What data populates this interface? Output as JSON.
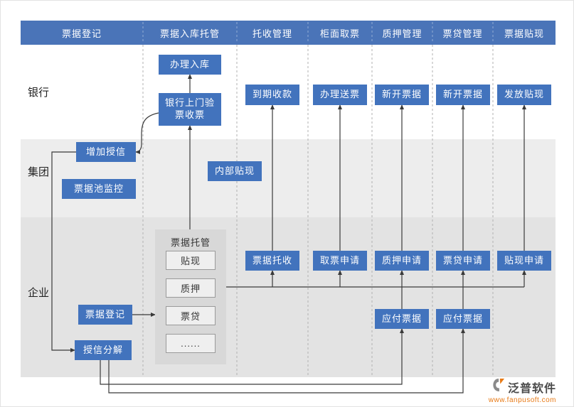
{
  "header": {
    "columns": [
      {
        "label": "票据登记"
      },
      {
        "label": "票据入库托管"
      },
      {
        "label": "托收管理"
      },
      {
        "label": "柜面取票"
      },
      {
        "label": "质押管理"
      },
      {
        "label": "票贷管理"
      },
      {
        "label": "票据贴现"
      }
    ]
  },
  "lanes": [
    {
      "label": "银行"
    },
    {
      "label": "集团"
    },
    {
      "label": "企业"
    }
  ],
  "nodes": {
    "banli_ruku": "办理入库",
    "yinhang_shangmen": "银行上门验票收票",
    "daoqi_shoukuan": "到期收款",
    "banli_songpiao": "办理送票",
    "xinkai_piaoju_zhiya": "新开票据",
    "xinkai_piaoju_piaodai": "新开票据",
    "fafang_tiexian": "发放贴现",
    "zengjia_shouxin": "增加授信",
    "piaojuchi_jiankong": "票据池监控",
    "neibu_tiexian": "内部贴现",
    "piaoju_tuoshou": "票据托收",
    "qupiao_shenqing": "取票申请",
    "zhiya_shenqing": "质押申请",
    "piaodai_shenqing": "票贷申请",
    "tiexian_shenqing": "贴现申请",
    "yingfu_piaoju_zhiya": "应付票据",
    "yingfu_piaoju_piaodai": "应付票据",
    "piaoju_dengji_qiye": "票据登记",
    "shouxin_fenjie": "授信分解"
  },
  "custody_panel": {
    "title": "票据托管",
    "items": [
      {
        "label": "贴现"
      },
      {
        "label": "质押"
      },
      {
        "label": "票贷"
      },
      {
        "label": "......"
      }
    ]
  },
  "watermark": {
    "brand": "泛普软件",
    "url": "www.fanpusoft.com"
  },
  "colors": {
    "header_bg": "#4a74b8",
    "node_bg": "#4273bd",
    "lane_group_bg": "#ededed",
    "lane_enterprise_bg": "#e3e3e3",
    "panel_bg": "#d8d8d8",
    "connector": "#3a3a3a",
    "url_orange": "#e87a16"
  }
}
